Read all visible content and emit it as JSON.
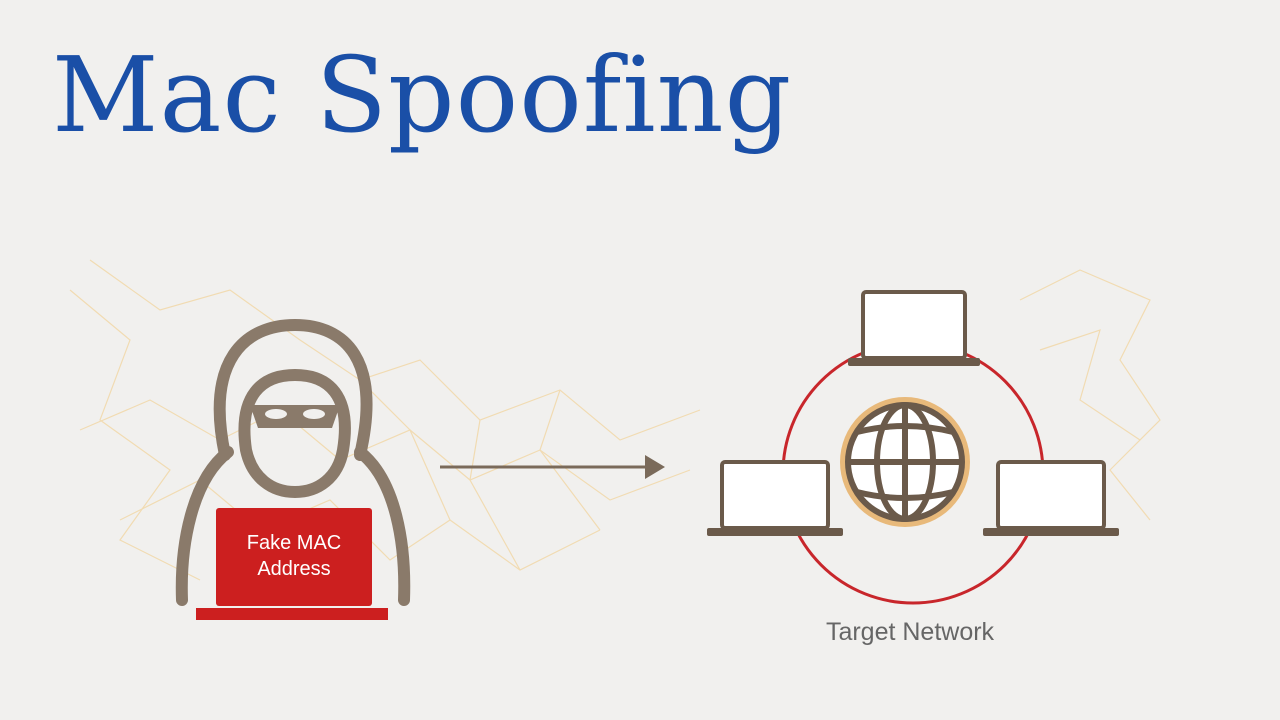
{
  "title": "Mac Spoofing",
  "attacker": {
    "laptop_label_line1": "Fake MAC",
    "laptop_label_line2": "Address"
  },
  "network": {
    "label": "Target Network"
  },
  "colors": {
    "title": "#1a4fa7",
    "attacker_outline": "#8a7a6a",
    "laptop_red": "#cc1f1f",
    "network_ring": "#c8262b",
    "globe": "#6b5a4a",
    "globe_accent": "#e8b97a",
    "network_mesh": "#f2d39a",
    "background": "#f1f0ee"
  }
}
